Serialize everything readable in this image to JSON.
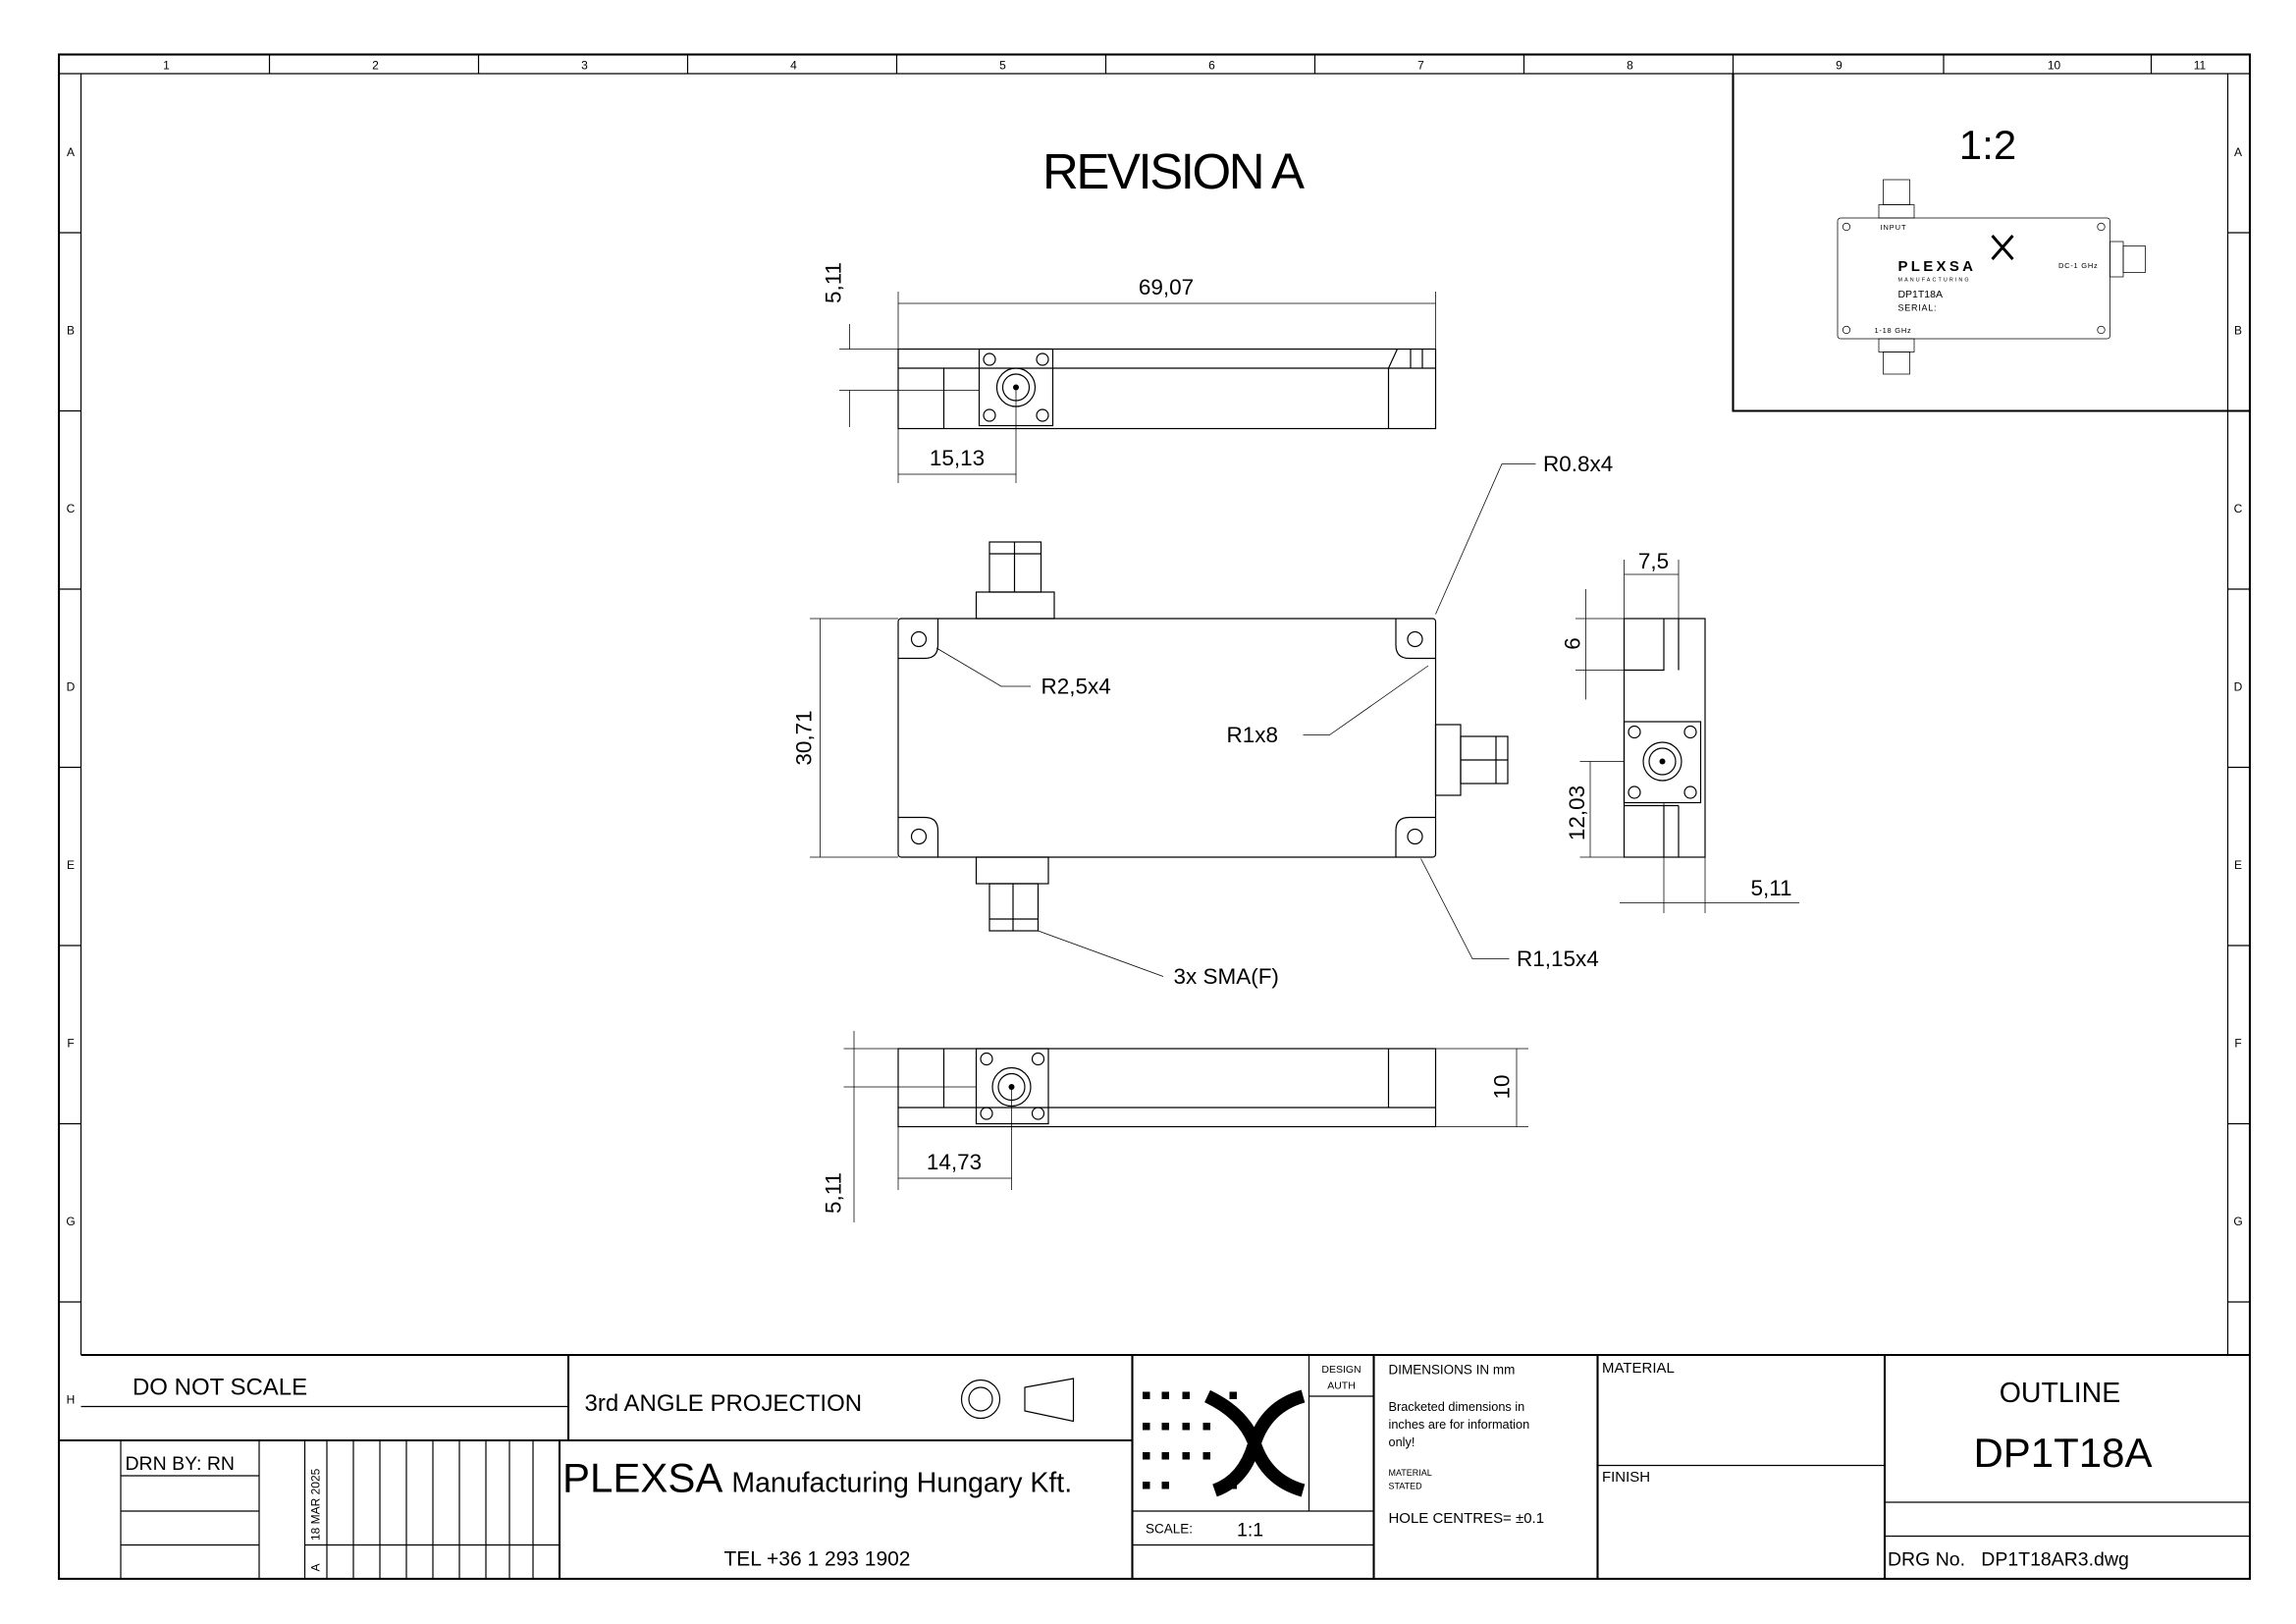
{
  "sheet": {
    "column_labels": [
      "1",
      "2",
      "3",
      "4",
      "5",
      "6",
      "7",
      "8",
      "9",
      "10",
      "11"
    ],
    "row_labels": [
      "A",
      "B",
      "C",
      "D",
      "E",
      "F",
      "G",
      "H"
    ]
  },
  "drawing": {
    "title": "REVISION A",
    "thumbnail": {
      "scale": "1:2",
      "input_label": "INPUT",
      "brand": "PLEXSA",
      "brand_sub": "MANUFACTURING",
      "model": "DP1T18A",
      "serial_label": "SERIAL:",
      "port_low": "DC-1 GHz",
      "port_high": "1-18 GHz"
    },
    "dimensions": {
      "top_length": "69,07",
      "top_height": "5,11",
      "top_connector_offset": "15,13",
      "front_height": "30,71",
      "corner_r08": "R0.8x4",
      "corner_r25": "R2,5x4",
      "edge_r1": "R1x8",
      "corner_r115": "R1,15x4",
      "connectors": "3x SMA(F)",
      "side_width": "7,5",
      "side_step": "6",
      "side_connector_height": "12,03",
      "side_connector_offset": "5,11",
      "bottom_height": "10",
      "bottom_connector_offset": "14,73",
      "bottom_connector_height": "5,11"
    }
  },
  "title_block": {
    "do_not_scale": "DO NOT SCALE",
    "projection": "3rd ANGLE PROJECTION",
    "drawn_by": "DRN BY: RN",
    "revision": "A",
    "date": "18 MAR 2025",
    "company_main": "PLEXSA",
    "company_rest": "Manufacturing Hungary Kft.",
    "phone": "TEL +36 1 293 1902",
    "design_auth_1": "DESIGN",
    "design_auth_2": "AUTH",
    "scale_label": "SCALE:",
    "scale_value": "1:1",
    "dimensions_note": "DIMENSIONS IN mm",
    "bracket_note_1": "Bracketed dimensions in",
    "bracket_note_2": "inches are for information",
    "bracket_note_3": "only!",
    "material_stated_1": "MATERIAL",
    "material_stated_2": "STATED",
    "hole_centres": "HOLE CENTRES= ±0.1",
    "material_label": "MATERIAL",
    "finish_label": "FINISH",
    "doc_type": "OUTLINE",
    "part_number": "DP1T18A",
    "drg_no": "DRG No.   DP1T18AR3.dwg"
  }
}
